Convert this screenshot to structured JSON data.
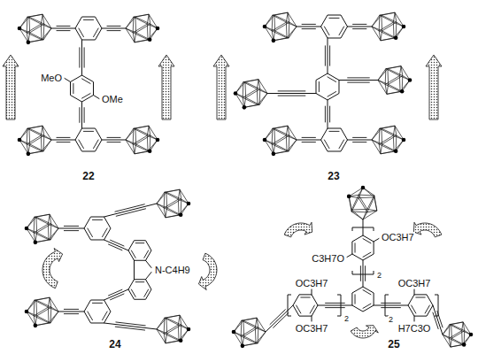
{
  "diagram": {
    "labels": [
      "MeO",
      "OMe",
      "22",
      "23",
      "N-C4H9",
      "24",
      "OC3H7",
      "C3H7O",
      "2",
      "OC3H7",
      "2",
      "2",
      "OC3H7",
      "OC3H7",
      "H7C3O",
      "25"
    ]
  }
}
